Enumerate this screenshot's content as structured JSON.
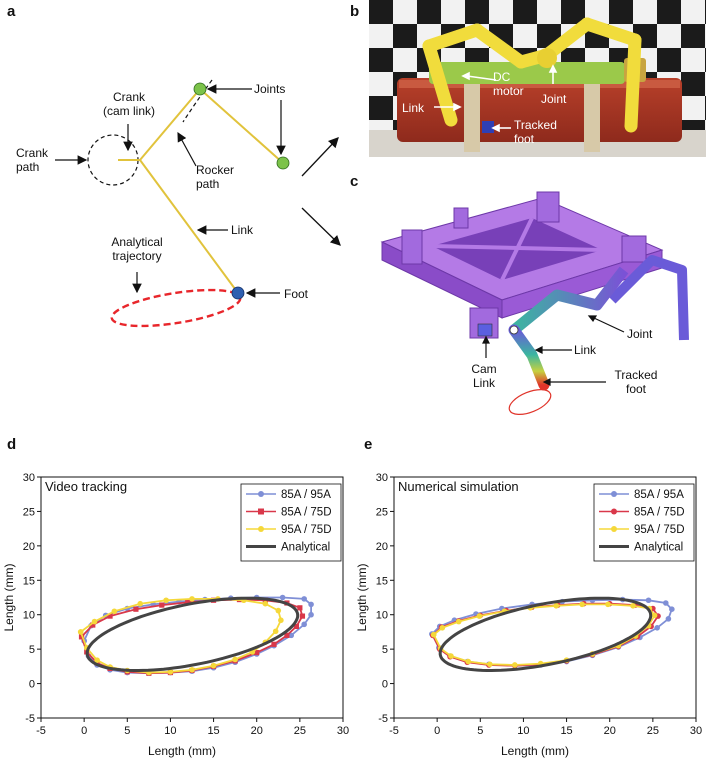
{
  "panels": {
    "a": {
      "letter": "a",
      "labels": {
        "crank_cam_link": "Crank\n(cam link)",
        "joints": "Joints",
        "crank_path": "Crank\npath",
        "rocker_path": "Rocker\npath",
        "link": "Link",
        "analytical_trajectory": "Analytical\ntrajectory",
        "foot": "Foot"
      },
      "colors": {
        "link": "#e1c33c",
        "joint": "#7cc34a",
        "foot": "#2e5fb0",
        "trajectory": "#e8262b"
      }
    },
    "b": {
      "letter": "b",
      "labels": {
        "dc_motor": "DC\nmotor",
        "joint": "Joint",
        "link": "Link",
        "tracked_foot": "Tracked\nfoot"
      }
    },
    "c": {
      "letter": "c",
      "labels": {
        "joint": "Joint",
        "link": "Link",
        "cam_link": "Cam\nLink",
        "tracked_foot": "Tracked\nfoot"
      }
    },
    "d": {
      "letter": "d"
    },
    "e": {
      "letter": "e"
    }
  },
  "chart_data": [
    {
      "panel": "d",
      "type": "line",
      "title": "Video tracking",
      "xlabel": "Length (mm)",
      "ylabel": "Length (mm)",
      "xlim": [
        -5,
        30
      ],
      "ylim": [
        -5,
        30
      ],
      "xticks": [
        "-5",
        "0",
        "5",
        "10",
        "15",
        "20",
        "25",
        "30"
      ],
      "yticks": [
        "-5",
        "0",
        "5",
        "10",
        "15",
        "20",
        "25",
        "30"
      ],
      "legend_position": "top-right",
      "series": [
        {
          "name": "85A / 95A",
          "color": "#7f8fd6",
          "marker": "circle",
          "x": [
            0.0,
            0.5,
            1.5,
            3.0,
            5.0,
            7.5,
            10.0,
            12.5,
            15.0,
            17.5,
            20.0,
            22.0,
            24.0,
            25.5,
            26.3,
            26.3,
            25.5,
            23.0,
            20.0,
            17.0,
            14.0,
            11.0,
            8.0,
            5.0,
            2.5,
            0.8,
            0.0
          ],
          "y": [
            6.2,
            4.0,
            2.7,
            2.0,
            1.6,
            1.5,
            1.6,
            1.8,
            2.3,
            3.1,
            4.3,
            5.5,
            7.0,
            8.6,
            10.0,
            11.5,
            12.3,
            12.5,
            12.5,
            12.4,
            12.2,
            11.9,
            11.5,
            10.9,
            9.9,
            8.4,
            6.2
          ]
        },
        {
          "name": "85A / 75D",
          "color": "#d9384a",
          "marker": "square",
          "x": [
            -0.3,
            0.3,
            1.5,
            3.0,
            5.0,
            7.5,
            10.0,
            12.5,
            15.0,
            17.5,
            20.0,
            22.0,
            23.5,
            24.6,
            25.3,
            25.0,
            23.5,
            21.0,
            18.0,
            15.0,
            12.0,
            9.0,
            6.0,
            3.0,
            1.0,
            -0.3
          ],
          "y": [
            6.8,
            4.6,
            3.0,
            2.2,
            1.7,
            1.5,
            1.6,
            1.9,
            2.5,
            3.3,
            4.5,
            5.7,
            7.0,
            8.3,
            9.8,
            11.0,
            11.7,
            12.1,
            12.2,
            12.1,
            11.8,
            11.4,
            10.8,
            9.8,
            8.5,
            6.8
          ]
        },
        {
          "name": "95A / 75D",
          "color": "#f5d83a",
          "marker": "circle",
          "x": [
            -0.4,
            0.3,
            1.5,
            3.0,
            5.0,
            7.5,
            10.0,
            12.5,
            15.0,
            17.5,
            19.5,
            21.0,
            22.2,
            22.8,
            22.5,
            21.0,
            18.5,
            15.5,
            12.5,
            9.5,
            6.5,
            3.5,
            1.2,
            -0.4
          ],
          "y": [
            7.5,
            5.2,
            3.4,
            2.4,
            1.9,
            1.6,
            1.7,
            2.0,
            2.6,
            3.5,
            4.6,
            6.0,
            7.6,
            9.2,
            10.6,
            11.6,
            12.1,
            12.3,
            12.3,
            12.1,
            11.6,
            10.5,
            9.0,
            7.5
          ]
        },
        {
          "name": "Analytical",
          "color": "#444444",
          "marker": "none",
          "ellipse": {
            "cx": 12.55,
            "cy": 7.15,
            "a": 12.55,
            "b": 4.35,
            "tilt_deg": 14.5
          }
        }
      ]
    },
    {
      "panel": "e",
      "type": "line",
      "title": "Numerical simulation",
      "xlabel": "Length (mm)",
      "ylabel": "Length (mm)",
      "xlim": [
        -5,
        30
      ],
      "ylim": [
        -5,
        30
      ],
      "xticks": [
        "-5",
        "0",
        "5",
        "10",
        "15",
        "20",
        "25",
        "30"
      ],
      "yticks": [
        "-5",
        "0",
        "5",
        "10",
        "15",
        "20",
        "25",
        "30"
      ],
      "legend_position": "top-right",
      "series": [
        {
          "name": "85A / 95A",
          "color": "#7f8fd6",
          "marker": "circle",
          "x": [
            -0.6,
            0.2,
            1.5,
            3.5,
            6.0,
            9.0,
            12.0,
            15.0,
            18.0,
            21.0,
            23.5,
            25.5,
            26.8,
            27.2,
            26.5,
            24.5,
            21.5,
            18.0,
            14.5,
            11.0,
            7.5,
            4.5,
            2.0,
            0.3,
            -0.6
          ],
          "y": [
            7.2,
            5.2,
            4.0,
            3.2,
            2.8,
            2.6,
            2.7,
            3.2,
            4.1,
            5.3,
            6.7,
            8.1,
            9.4,
            10.8,
            11.7,
            12.1,
            12.2,
            12.1,
            11.9,
            11.5,
            10.9,
            10.1,
            9.2,
            8.3,
            7.2
          ]
        },
        {
          "name": "85A / 75D",
          "color": "#d9384a",
          "marker": "circle",
          "x": [
            -0.5,
            0.3,
            1.5,
            3.5,
            6.0,
            9.0,
            12.0,
            15.0,
            18.0,
            21.0,
            23.2,
            24.8,
            25.6,
            25.0,
            23.0,
            20.0,
            17.0,
            14.0,
            11.0,
            8.0,
            5.0,
            2.5,
            0.5,
            -0.5
          ],
          "y": [
            7.0,
            5.0,
            3.9,
            3.1,
            2.7,
            2.6,
            2.8,
            3.3,
            4.2,
            5.4,
            6.8,
            8.3,
            9.8,
            10.9,
            11.4,
            11.6,
            11.6,
            11.4,
            11.1,
            10.6,
            9.9,
            9.1,
            8.2,
            7.0
          ]
        },
        {
          "name": "95A / 75D",
          "color": "#f5d83a",
          "marker": "circle",
          "x": [
            -0.4,
            0.4,
            1.6,
            3.6,
            6.1,
            9.0,
            12.0,
            15.0,
            18.0,
            21.0,
            23.0,
            24.5,
            25.2,
            24.6,
            22.7,
            19.8,
            16.8,
            13.8,
            10.8,
            7.8,
            4.9,
            2.5,
            0.6,
            -0.4
          ],
          "y": [
            7.1,
            5.1,
            4.0,
            3.2,
            2.8,
            2.7,
            2.9,
            3.4,
            4.3,
            5.5,
            6.9,
            8.4,
            9.9,
            10.9,
            11.3,
            11.5,
            11.5,
            11.3,
            11.0,
            10.5,
            9.8,
            9.0,
            8.1,
            7.1
          ]
        },
        {
          "name": "Analytical",
          "color": "#444444",
          "marker": "none",
          "ellipse": {
            "cx": 12.55,
            "cy": 7.15,
            "a": 12.55,
            "b": 4.35,
            "tilt_deg": 14.5
          }
        }
      ]
    }
  ]
}
